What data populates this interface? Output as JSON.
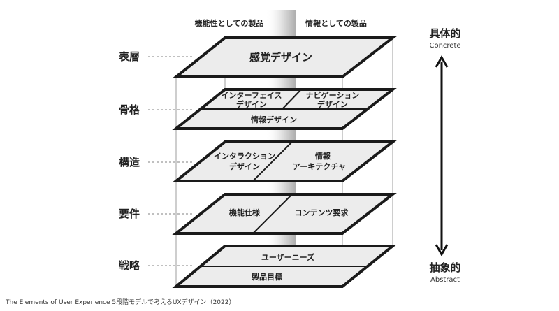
{
  "columns": {
    "left": "機能性としての製品",
    "right": "情報としての製品"
  },
  "layers": [
    {
      "name": "表層",
      "items": [
        "感覚デザイン"
      ]
    },
    {
      "name": "骨格",
      "items": [
        "インターフェイス",
        "デザイン",
        "ナビゲーション",
        "デザイン",
        "情報デザイン"
      ]
    },
    {
      "name": "構造",
      "items": [
        "インタラクション",
        "デザイン",
        "情報",
        "アーキテクチャ"
      ]
    },
    {
      "name": "要件",
      "items": [
        "機能仕様",
        "コンテンツ要求"
      ]
    },
    {
      "name": "戦略",
      "items": [
        "ユーザーニーズ",
        "製品目標"
      ]
    }
  ],
  "axis": {
    "top": "具体的",
    "top_en": "Concrete",
    "bottom": "抽象的",
    "bottom_en": "Abstract"
  },
  "caption": "The Elements of User Experience 5段階モデルで考えるUXデザイン（2022）"
}
